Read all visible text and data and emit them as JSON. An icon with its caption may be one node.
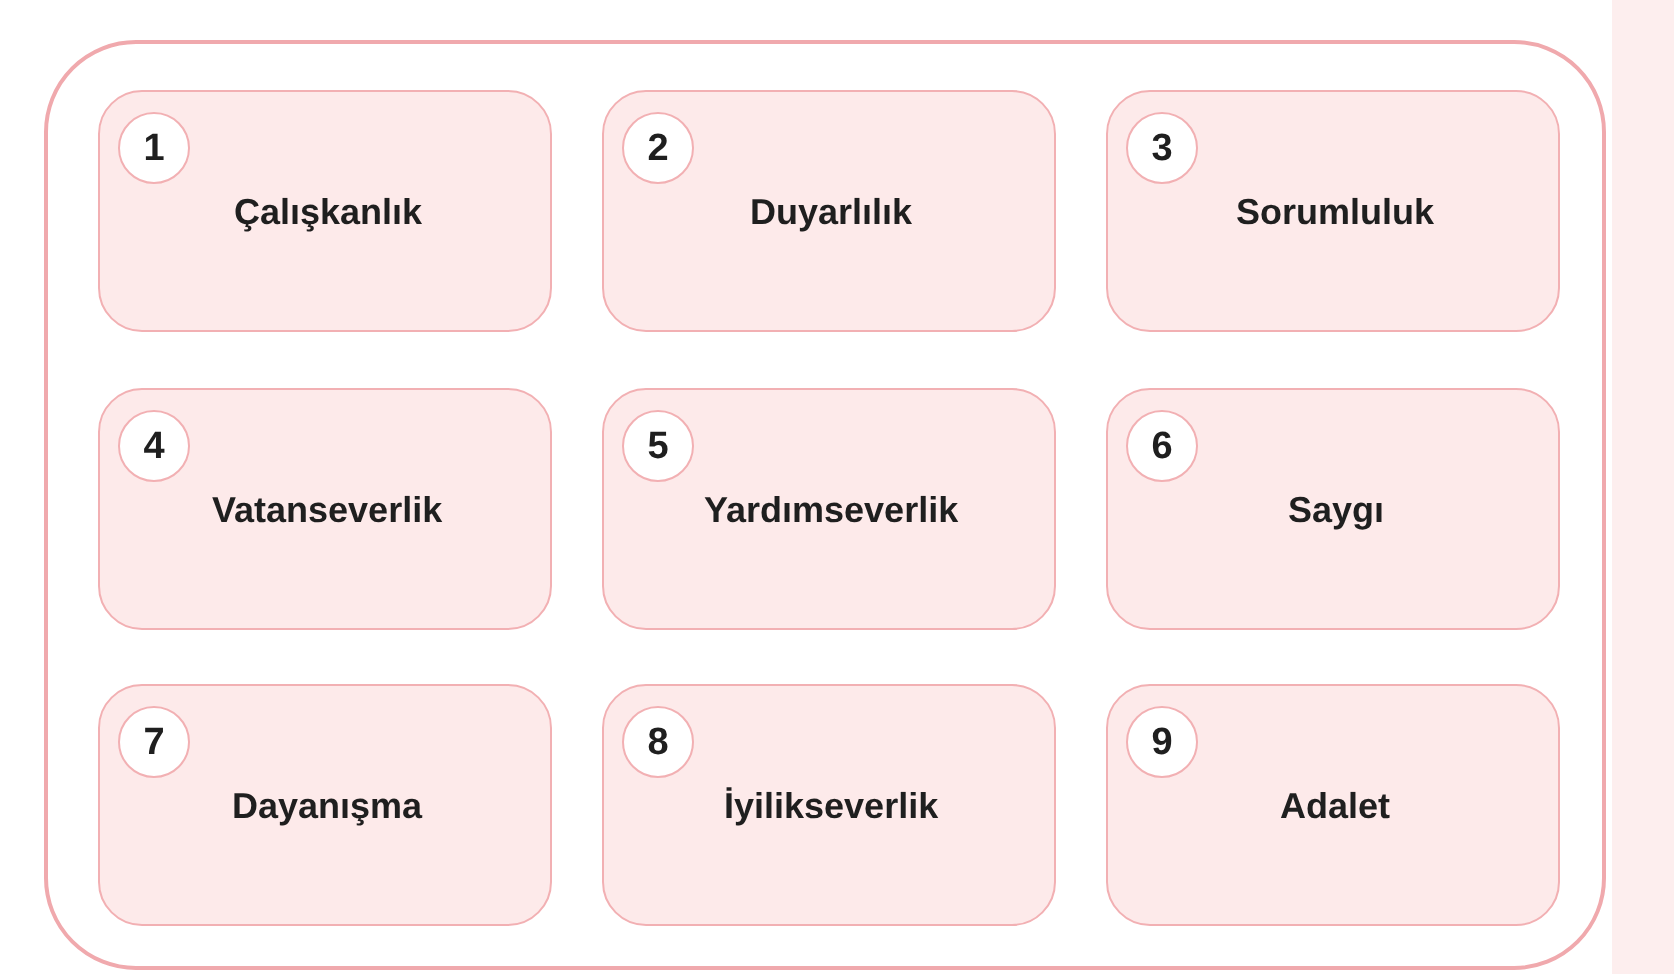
{
  "diagram": {
    "nodes": [
      {
        "text": [],
        "shape": "box"
      },
      {
        "text": [
          "1",
          "Çalışkanlık"
        ],
        "in": 0
      },
      {
        "text": [
          "2",
          "Duyarlılık"
        ],
        "in": 0
      },
      {
        "text": [
          "3",
          "Sorumluluk"
        ],
        "in": 0
      },
      {
        "text": [
          "4",
          "Vatanseverlik"
        ],
        "in": 0
      },
      {
        "text": [
          "5",
          "Yardımseverlik"
        ],
        "in": 0
      },
      {
        "text": [
          "6",
          "Saygı"
        ],
        "in": 0
      },
      {
        "text": [
          "7",
          "Dayanışma"
        ],
        "in": 0
      },
      {
        "text": [
          "8",
          "İyilikseverlik"
        ],
        "in": 0
      },
      {
        "text": [
          "9",
          "Adalet"
        ],
        "in": 0
      }
    ]
  }
}
